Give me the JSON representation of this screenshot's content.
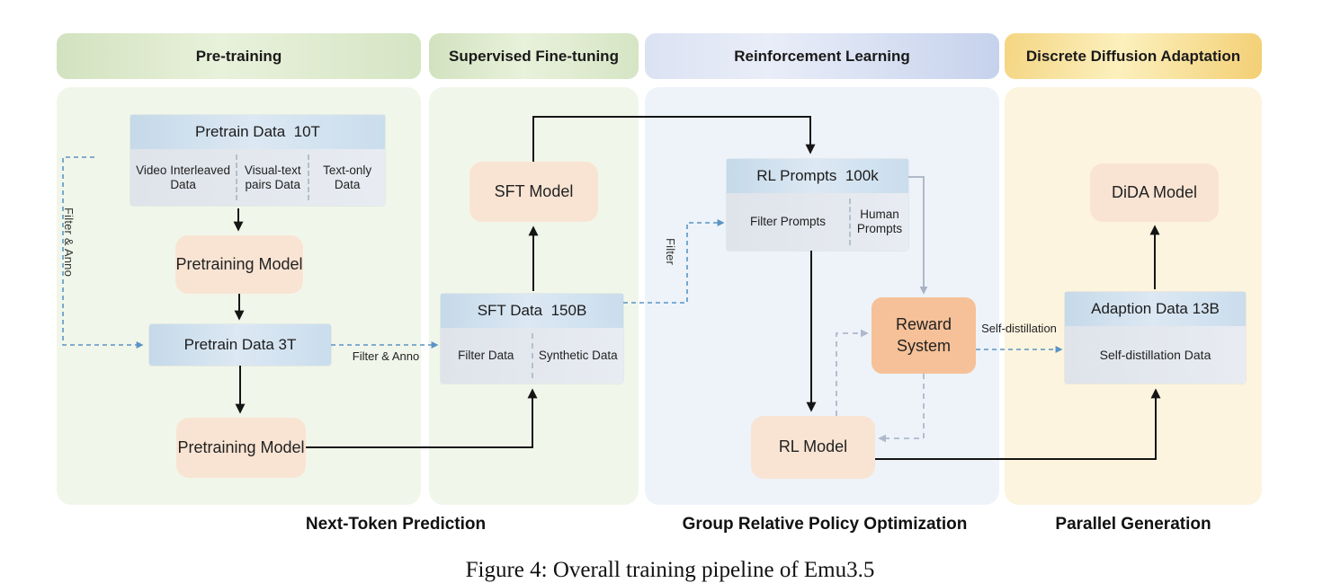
{
  "figure": {
    "caption": "Figure 4: Overall training pipeline of Emu3.5"
  },
  "pretraining": {
    "header": "Pre-training",
    "footer": "Next-Token Prediction",
    "data_box": {
      "title": "Pretrain Data  10T",
      "cells": [
        "Video Interleaved Data",
        "Visual-text pairs Data",
        "Text-only Data"
      ]
    },
    "model1": "Pretraining Model",
    "data_box_3t": "Pretrain Data 3T",
    "model2": "Pretraining Model",
    "filter_anno_vertical": "Filter & Anno",
    "filter_anno_horizontal": "Filter & Anno"
  },
  "sft": {
    "header": "Supervised Fine-tuning",
    "model": "SFT Model",
    "data_box": {
      "title": "SFT Data  150B",
      "cells": [
        "Filter Data",
        "Synthetic Data"
      ]
    }
  },
  "rl": {
    "header": "Reinforcement Learning",
    "footer": "Group Relative Policy Optimization",
    "prompts_box": {
      "title": "RL Prompts  100k",
      "cells": [
        "Filter Prompts",
        "Human Prompts"
      ]
    },
    "filter_label": "Filter",
    "reward_system": "Reward System",
    "rl_model": "RL Model",
    "self_distillation_label": "Self-distillation"
  },
  "dida": {
    "header": "Discrete Diffusion Adaptation",
    "footer": "Parallel Generation",
    "model": "DiDA Model",
    "data_box": {
      "title": "Adaption Data 13B",
      "cells": [
        "Self-distillation Data"
      ]
    }
  },
  "colors": {
    "green_header": "#d8e7c7",
    "blue_header": "#c9d4ec",
    "gold_header": "#f6d77f",
    "green_panel": "#f1f6ea",
    "blue_panel": "#edf3f9",
    "cream_panel": "#fcf4df",
    "model_peach": "#f9e4d3",
    "reward_orange": "#f6c198",
    "data_blue": "#cde0ee",
    "cell_gray": "#e3e7ed",
    "arrow_black": "#151515",
    "arrow_blue_dashed": "#5b94c4",
    "arrow_gray": "#a8b2c4",
    "arrow_gray_dashed": "#afb8cc"
  }
}
